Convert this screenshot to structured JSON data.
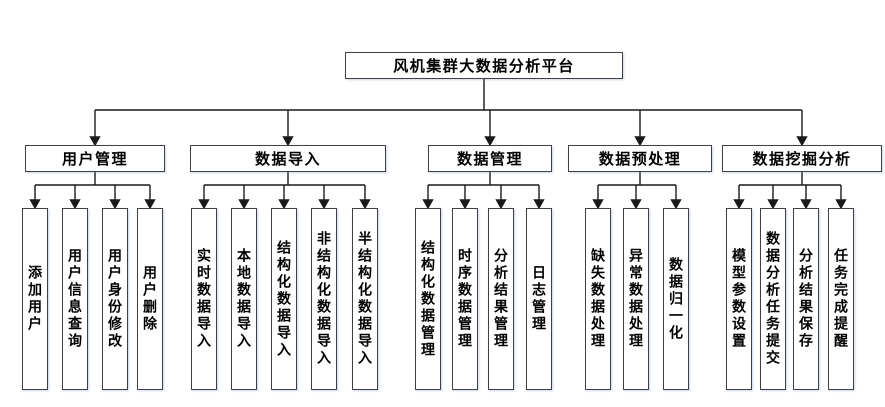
{
  "diagram": {
    "title": "风机集群大数据分析平台",
    "root": "风机集群大数据分析平台",
    "branches": [
      {
        "label": "用户管理",
        "children": [
          "添加用户",
          "用户信息查询",
          "用户身份修改",
          "用户删除"
        ]
      },
      {
        "label": "数据导入",
        "children": [
          "实时数据导入",
          "本地数据导入",
          "结构化数据导入",
          "非结构化数据导入",
          "半结构化数据导入"
        ]
      },
      {
        "label": "数据管理",
        "children": [
          "结构化数据管理",
          "时序数据管理",
          "分析结果管理",
          "日志管理"
        ]
      },
      {
        "label": "数据预处理",
        "children": [
          "缺失数据处理",
          "异常数据处理",
          "数据归一化"
        ]
      },
      {
        "label": "数据挖掘分析",
        "children": [
          "模型参数设置",
          "数据分析任务提交",
          "分析结果保存",
          "任务完成提醒"
        ]
      }
    ],
    "colors": {
      "box_fill": "#ffffff",
      "box_border": "#404040",
      "connector_line": "#1a1a1a",
      "text": "#000000",
      "background": "#ffffff"
    }
  }
}
